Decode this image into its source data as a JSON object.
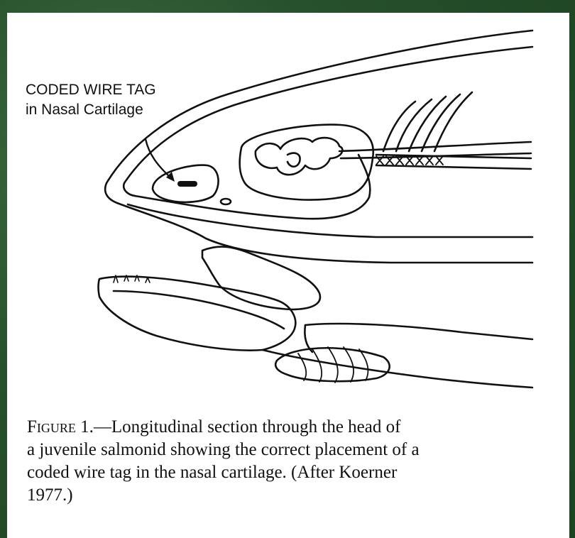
{
  "label": {
    "line1": "CODED WIRE TAG",
    "line2": "in Nasal Cartilage"
  },
  "caption": {
    "figure_word": "Figure",
    "figure_rest": " 1.—Longitudinal section through the head of",
    "line2": "a juvenile salmonid showing the correct placement of a",
    "line3": "coded wire tag in the nasal cartilage. (After Koerner",
    "line4": "1977.)"
  }
}
